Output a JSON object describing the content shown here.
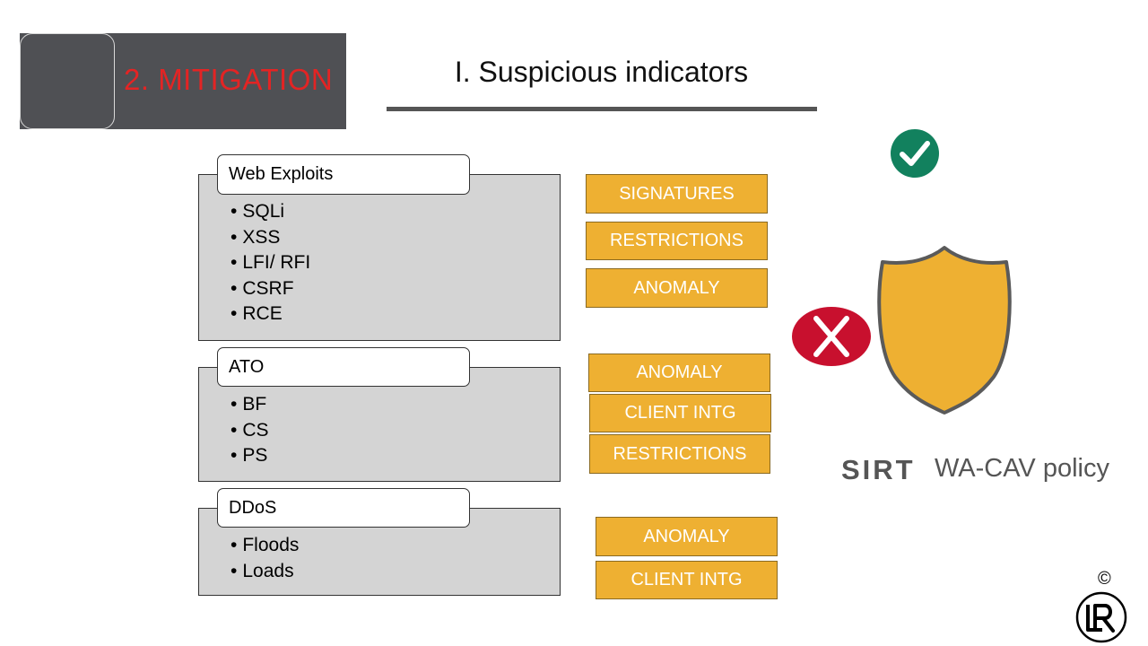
{
  "header": {
    "section_label": "2. MITIGATION",
    "title": "I. Suspicious indicators"
  },
  "groups": [
    {
      "name": "Web Exploits",
      "items": [
        "SQLi",
        "XSS",
        "LFI/ RFI",
        "CSRF",
        "RCE"
      ]
    },
    {
      "name": "ATO",
      "items": [
        "BF",
        "CS",
        "PS"
      ]
    },
    {
      "name": "DDoS",
      "items": [
        "Floods",
        "Loads"
      ]
    }
  ],
  "tags": {
    "web_exploits": [
      "SIGNATURES",
      "RESTRICTIONS",
      "ANOMALY"
    ],
    "ato": [
      "ANOMALY",
      "CLIENT INTG",
      "RESTRICTIONS"
    ],
    "ddos": [
      "ANOMALY",
      "CLIENT INTG"
    ]
  },
  "brand": {
    "sirt": "SIRT",
    "policy": "WA-CAV policy",
    "copyright": "©"
  },
  "icons": {
    "check": "check-circle-icon",
    "cross": "cross-circle-icon",
    "shield": "shield-icon",
    "logo": "lr-logo-icon"
  },
  "colors": {
    "tab_bg": "#4f5054",
    "section_red": "#e32424",
    "tag_orange": "#eeb032",
    "check_green": "#12815e",
    "cross_red": "#c8102e",
    "shield_gold": "#eeb032"
  }
}
